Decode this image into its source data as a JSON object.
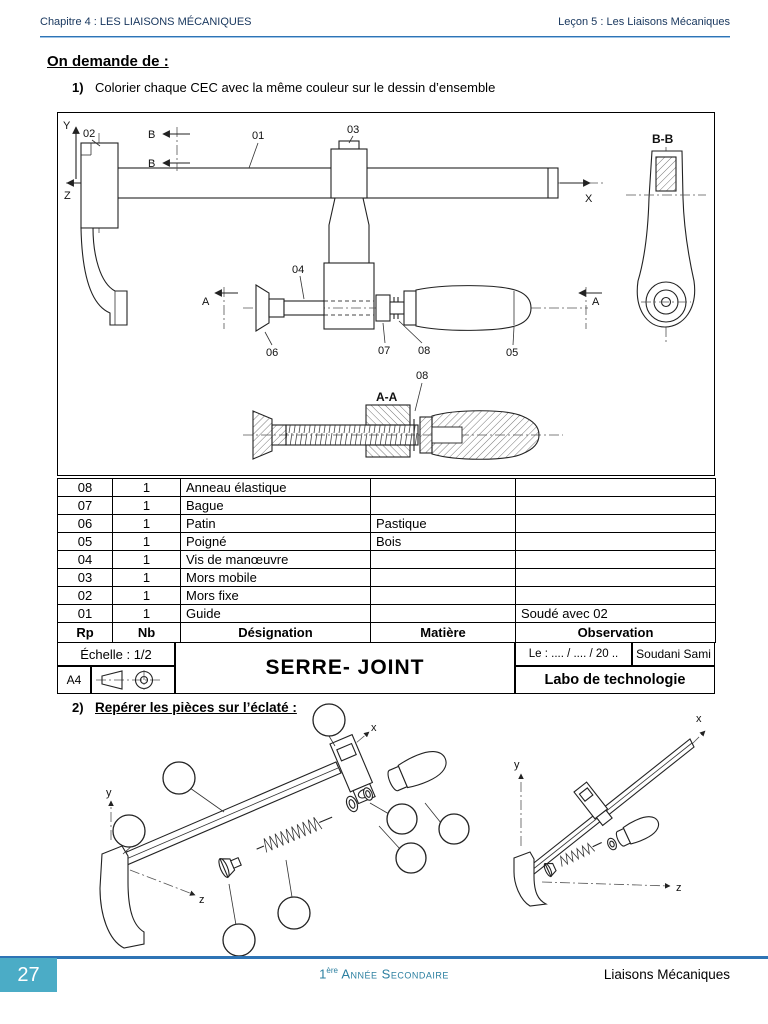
{
  "page": {
    "header_left": "Chapitre 4 :   LES LIAISONS MÉCANIQUES",
    "header_right": "Leçon 5 : Les Liaisons Mécaniques",
    "footer_page": "27",
    "footer_center_num": "1",
    "footer_center_sup": "ère",
    "footer_center_text": " Année Secondaire",
    "footer_right": "Liaisons Mécaniques"
  },
  "demand_title": "On demande de  :",
  "task1": {
    "num": "1)",
    "text": "Colorier chaque CEC avec la même couleur sur le dessin d’ensemble"
  },
  "task2": {
    "num": "2)",
    "text": "Repérer les pièces sur l’éclaté :"
  },
  "drawing": {
    "axes": {
      "x": "X",
      "y": "Y",
      "z": "Z"
    },
    "labels": {
      "p01": "01",
      "p02": "02",
      "p03": "03",
      "p04": "04",
      "p05": "05",
      "p06": "06",
      "p07": "07",
      "p08": "08",
      "p08b": "08"
    },
    "sections": {
      "aa_title": "A-A",
      "bb_title": "B-B",
      "a": "A",
      "b": "B"
    }
  },
  "exploded": {
    "axes": {
      "x": "x",
      "y": "y",
      "z": "z"
    }
  },
  "parts_table": {
    "header": {
      "rp": "Rp",
      "nb": "Nb",
      "designation": "Désignation",
      "matiere": "Matière",
      "observation": "Observation"
    },
    "rows": [
      {
        "rp": "08",
        "nb": "1",
        "designation": "Anneau élastique",
        "matiere": "",
        "observation": ""
      },
      {
        "rp": "07",
        "nb": "1",
        "designation": "Bague",
        "matiere": "",
        "observation": ""
      },
      {
        "rp": "06",
        "nb": "1",
        "designation": "Patin",
        "matiere": "Pastique",
        "observation": ""
      },
      {
        "rp": "05",
        "nb": "1",
        "designation": "Poigné",
        "matiere": "Bois",
        "observation": ""
      },
      {
        "rp": "04",
        "nb": "1",
        "designation": "Vis de manœuvre",
        "matiere": "",
        "observation": ""
      },
      {
        "rp": "03",
        "nb": "1",
        "designation": "Mors mobile",
        "matiere": "",
        "observation": ""
      },
      {
        "rp": "02",
        "nb": "1",
        "designation": "Mors fixe",
        "matiere": "",
        "observation": ""
      },
      {
        "rp": "01",
        "nb": "1",
        "designation": "Guide",
        "matiere": "",
        "observation": "Soudé avec 02"
      }
    ]
  },
  "title_block": {
    "echelle": "Échelle : 1/2",
    "format": "A4",
    "title": "SERRE- JOINT",
    "date": "Le :  .... / .... / 20 ..",
    "author": "Soudani Sami",
    "labo": "Labo de technologie"
  },
  "colors": {
    "rule_blue": "#2e74b5",
    "page_badge": "#4bacc6",
    "footer_teal": "#2b7fa0"
  }
}
